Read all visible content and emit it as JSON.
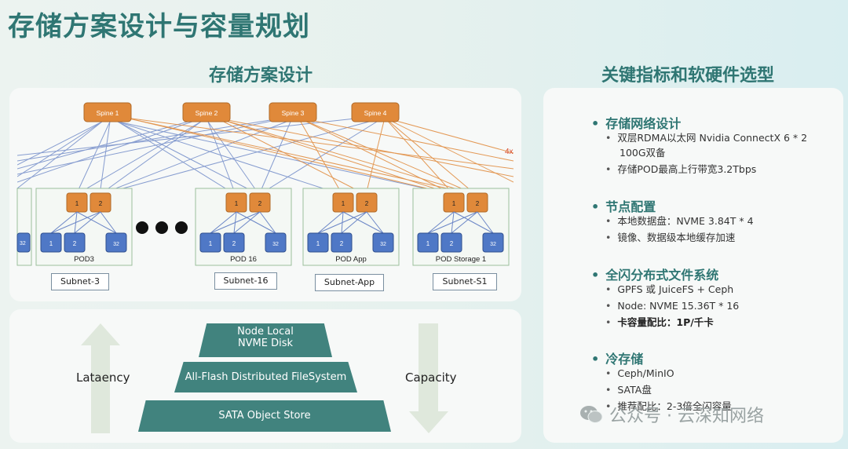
{
  "title": "存储方案设计与容量规划",
  "left_title": "存储方案设计",
  "right_title": "关键指标和软硬件选型",
  "network": {
    "spines": [
      "Spine 1",
      "Spine 2",
      "Spine 3",
      "Spine 4"
    ],
    "pods": [
      "POD3",
      "POD 16",
      "POD App",
      "POD Storage 1"
    ],
    "subnets": [
      "Subnet-3",
      "Subnet-16",
      "Subnet-App",
      "Subnet-S1"
    ],
    "leaf_labels": [
      "1",
      "2"
    ],
    "node_labels": [
      "1",
      "2",
      "32"
    ],
    "edge_marker": "4x"
  },
  "pyramid": {
    "tiers": [
      "Node Local\nNVME Disk",
      "All-Flash Distributed FileSystem",
      "SATA Object Store"
    ],
    "left_label": "Lataency",
    "right_label": "Capacity"
  },
  "sections": [
    {
      "heading": "存储网络设计",
      "items": [
        "双层RDMA以太网 Nvidia ConnectX 6 * 2",
        "100G双备",
        "存储POD最高上行带宽3.2Tbps"
      ]
    },
    {
      "heading": "节点配置",
      "items": [
        "本地数据盘：NVME 3.84T * 4",
        "镜像、数据级本地缓存加速"
      ]
    },
    {
      "heading": "全闪分布式文件系统",
      "items": [
        "GPFS 或 JuiceFS + Ceph",
        "Node: NVME 15.36T * 16",
        "卡容量配比：1P/千卡"
      ]
    },
    {
      "heading": "冷存储",
      "items": [
        "Ceph/MinIO",
        "SATA盘",
        "推荐配比：2-3倍全闪容量"
      ]
    }
  ],
  "watermark": "公众号 · 云深知网络",
  "colors": {
    "accent": "#2f7673",
    "spine": "#e0893a",
    "node": "#4f78c6",
    "pyramid": "#41837e"
  }
}
